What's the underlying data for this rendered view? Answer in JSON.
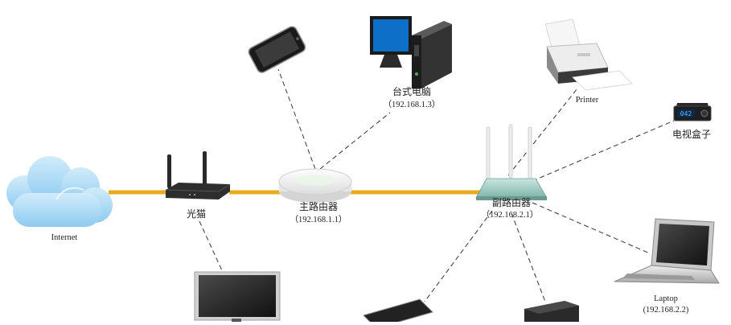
{
  "nodes": {
    "internet": {
      "label": "Internet"
    },
    "modem": {
      "label": "光猫"
    },
    "main_router": {
      "label": "主路由器",
      "ip": "（192.168.1.1）"
    },
    "desktop": {
      "label": "台式电脑",
      "ip": "（192.168.1.3）"
    },
    "printer": {
      "label": "Printer"
    },
    "tv_box": {
      "label": "电视盒子",
      "display": "042"
    },
    "sub_router": {
      "label": "副路由器",
      "ip": "（192.168.2.1）"
    },
    "laptop": {
      "label": "Laptop",
      "ip": "(192.168.2.2)"
    }
  },
  "colors": {
    "cable": "#e6ac1e",
    "dashed": "#333333",
    "cloud": "#a9d6f2",
    "screen_blue": "#0d6fc7"
  }
}
